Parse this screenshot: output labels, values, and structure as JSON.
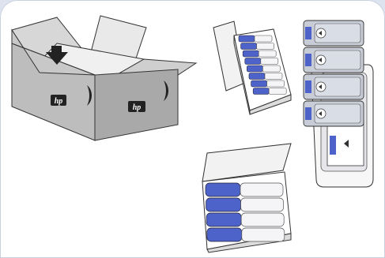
{
  "scene": {
    "description_tags": [
      "shipping-box",
      "printhead-box-open-tall",
      "printhead-box-open-wide",
      "printheads-in-tray"
    ],
    "colors": {
      "background_frame": "#dde3ef",
      "panel": "#ffffff",
      "box_gray": "#bfbfbf",
      "box_light": "#e6e6e6",
      "accent_blue": "#4e63c9",
      "cartridge_white": "#f5f5f7",
      "outline": "#333333"
    }
  },
  "shipping_box": {
    "logos": [
      "hp",
      "hp"
    ]
  },
  "tray": {
    "cartridge_count": 4
  },
  "box_tall": {
    "cartridge_count": 8
  },
  "box_wide": {
    "cartridge_count": 4
  }
}
